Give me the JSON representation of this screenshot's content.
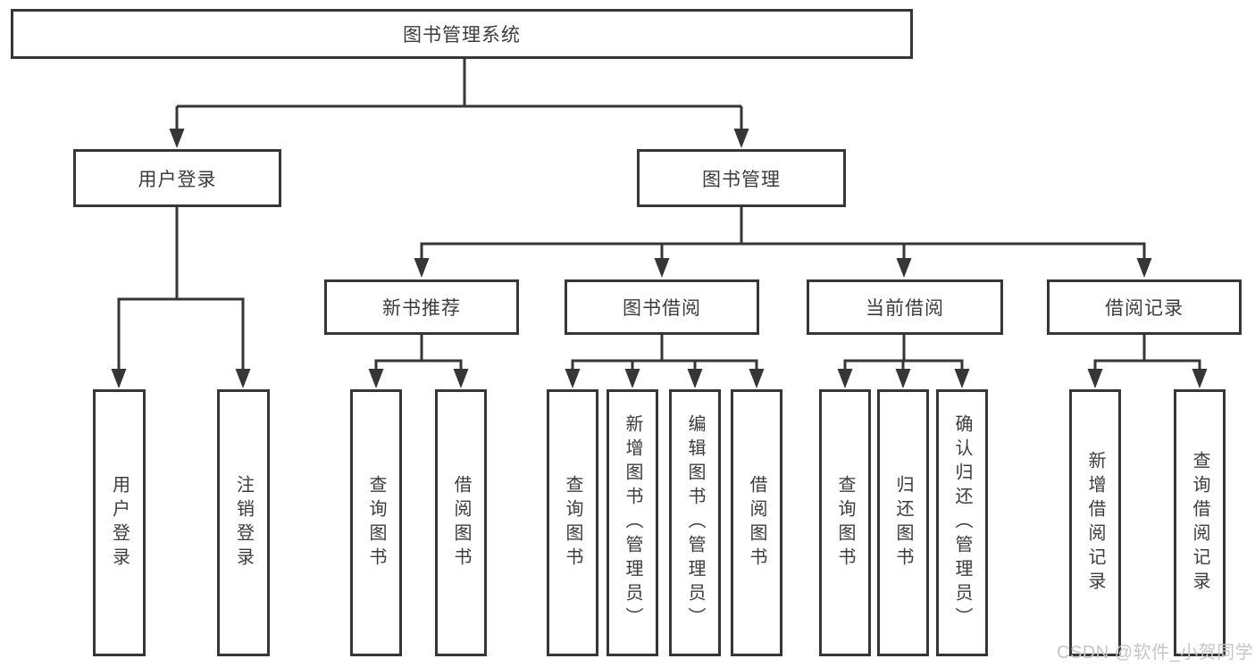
{
  "colors": {
    "line": "#363636",
    "box_border": "#363636",
    "text": "#3c3c3c",
    "watermark": "#c6c6c6",
    "background": "#ffffff"
  },
  "watermark": {
    "text": "CSDN @软件_小贺同学"
  },
  "tree": {
    "label": "图书管理系统",
    "children": [
      {
        "label": "用户登录",
        "children": [
          {
            "label": "用户登录"
          },
          {
            "label": "注销登录"
          }
        ]
      },
      {
        "label": "图书管理",
        "children": [
          {
            "label": "新书推荐",
            "children": [
              {
                "label": "查询图书"
              },
              {
                "label": "借阅图书"
              }
            ]
          },
          {
            "label": "图书借阅",
            "children": [
              {
                "label": "查询图书"
              },
              {
                "label": "新增图书（管理员）"
              },
              {
                "label": "编辑图书（管理员）"
              },
              {
                "label": "借阅图书"
              }
            ]
          },
          {
            "label": "当前借阅",
            "children": [
              {
                "label": "查询图书"
              },
              {
                "label": "归还图书"
              },
              {
                "label": "确认归还（管理员）"
              }
            ]
          },
          {
            "label": "借阅记录",
            "children": [
              {
                "label": "新增借阅记录"
              },
              {
                "label": "查询借阅记录"
              }
            ]
          }
        ]
      }
    ]
  }
}
